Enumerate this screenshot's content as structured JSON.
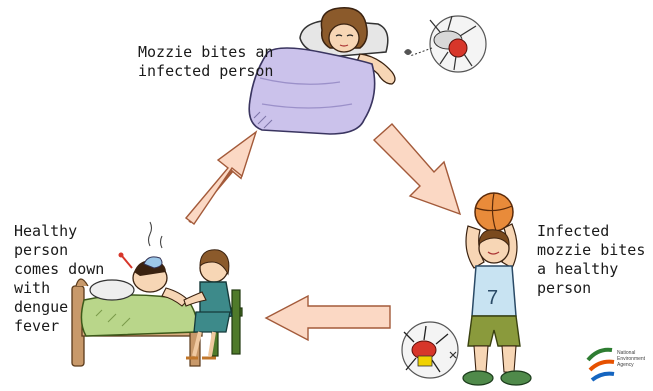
{
  "captions": {
    "top": [
      "Mozzie bites an",
      "infected person"
    ],
    "right": [
      "Infected",
      "mozzie bites",
      "a healthy",
      "person"
    ],
    "left": [
      "Healthy",
      "person",
      "comes down",
      "with",
      "dengue",
      "fever"
    ]
  },
  "jersey_number": "7",
  "logo": {
    "lines": [
      "National",
      "Environment",
      "Agency"
    ]
  },
  "colors": {
    "arrow_fill": "#fbd8c4",
    "arrow_stroke": "#a35a3a",
    "blanket": "#cbc2eb",
    "bed_wood": "#c8996a",
    "bed_blanket": "#b9d68a",
    "jersey": "#c8e3f2",
    "shorts": "#8a9a3c",
    "basketball": "#e98b3a",
    "nurse_dress": "#3d8a8a",
    "chair": "#4f7a2a"
  },
  "icons": [
    "mosquito-icon",
    "basketball-icon",
    "nea-logo-icon"
  ]
}
